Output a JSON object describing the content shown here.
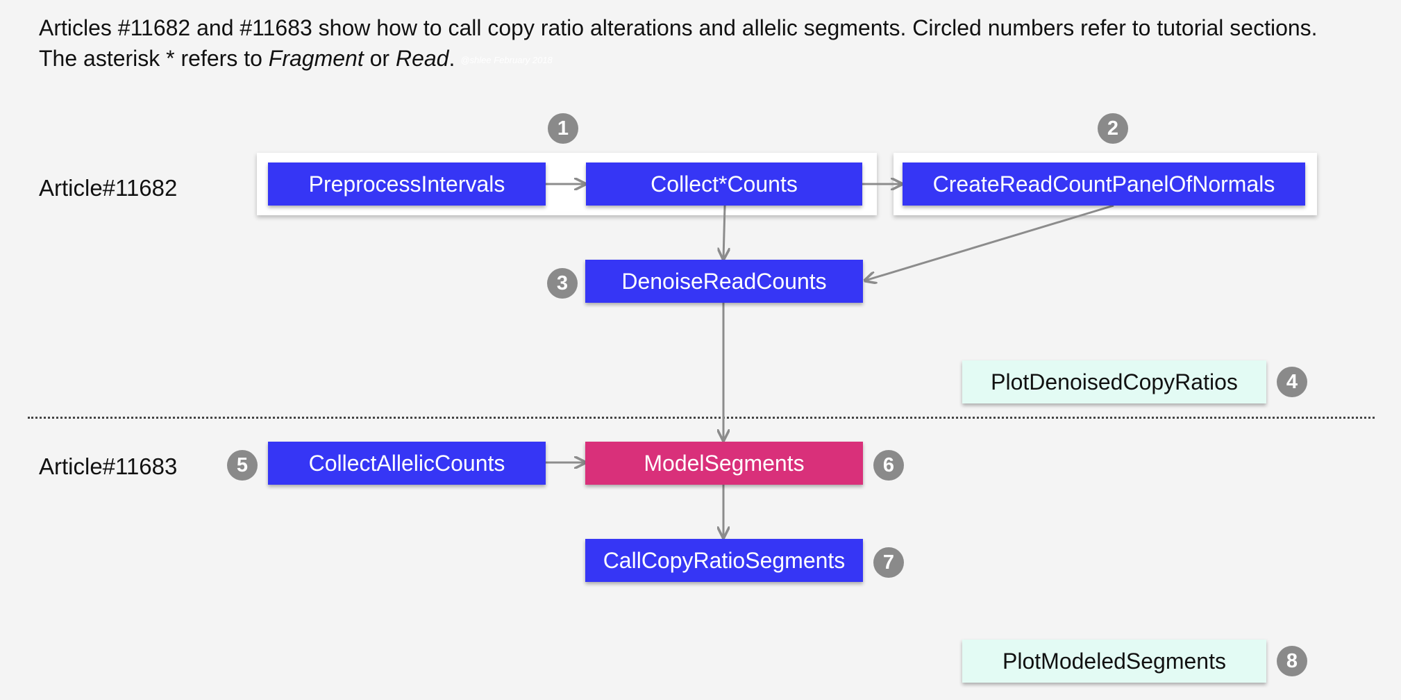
{
  "caption": {
    "part1": "Articles #11682 and #11683 show how to call copy ratio alterations and allelic segments. Circled numbers refer to tutorial sections. The asterisk * refers to ",
    "fragment": "Fragment",
    "or": " or ",
    "read": "Read",
    "period": ".",
    "watermark": "@shlee February 2018"
  },
  "articles": {
    "a1": "Article#11682",
    "a2": "Article#11683"
  },
  "tools": {
    "preprocess": "PreprocessIntervals",
    "collect_counts": "Collect*Counts",
    "create_pon": "CreateReadCountPanelOfNormals",
    "denoise": "DenoiseReadCounts",
    "plot_denoised": "PlotDenoisedCopyRatios",
    "collect_allelic": "CollectAllelicCounts",
    "model_segments": "ModelSegments",
    "call_segments": "CallCopyRatioSegments",
    "plot_modeled": "PlotModeledSegments"
  },
  "sections": {
    "s1": "1",
    "s2": "2",
    "s3": "3",
    "s4": "4",
    "s5": "5",
    "s6": "6",
    "s7": "7",
    "s8": "8"
  },
  "colors": {
    "tool_blue": "#3636f5",
    "tool_pink": "#d9307a",
    "tool_mint": "#e3fbf4",
    "section_circle": "#8a8a8a",
    "arrow": "#8c8c8c",
    "background": "#f4f4f4"
  }
}
